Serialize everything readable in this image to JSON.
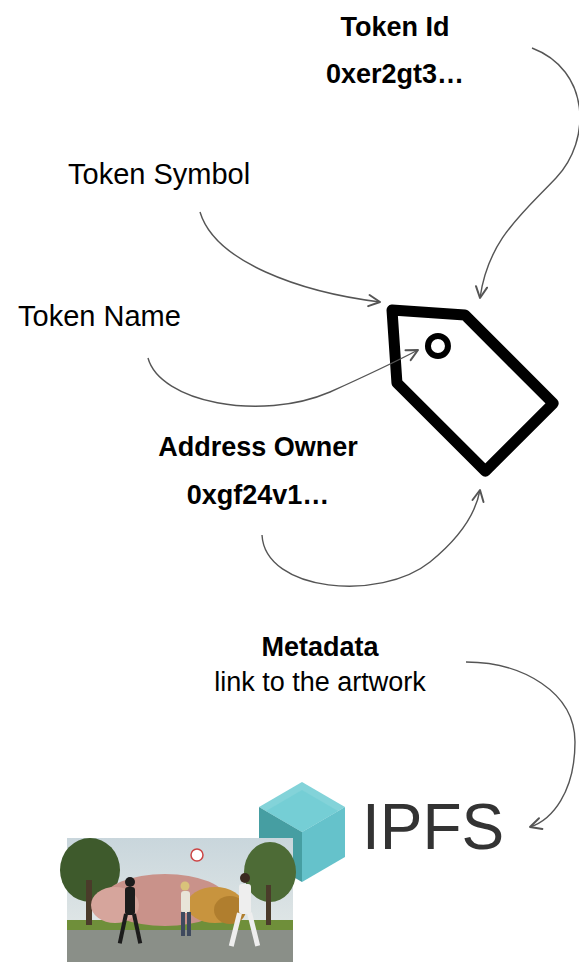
{
  "diagram": {
    "labels": [
      "Token Id",
      "0xer2gt3…",
      "Token Symbol",
      "Token Name",
      "Address Owner",
      "0xgf24v1…",
      "Metadata",
      "link to the artwork",
      "IPFS"
    ]
  }
}
